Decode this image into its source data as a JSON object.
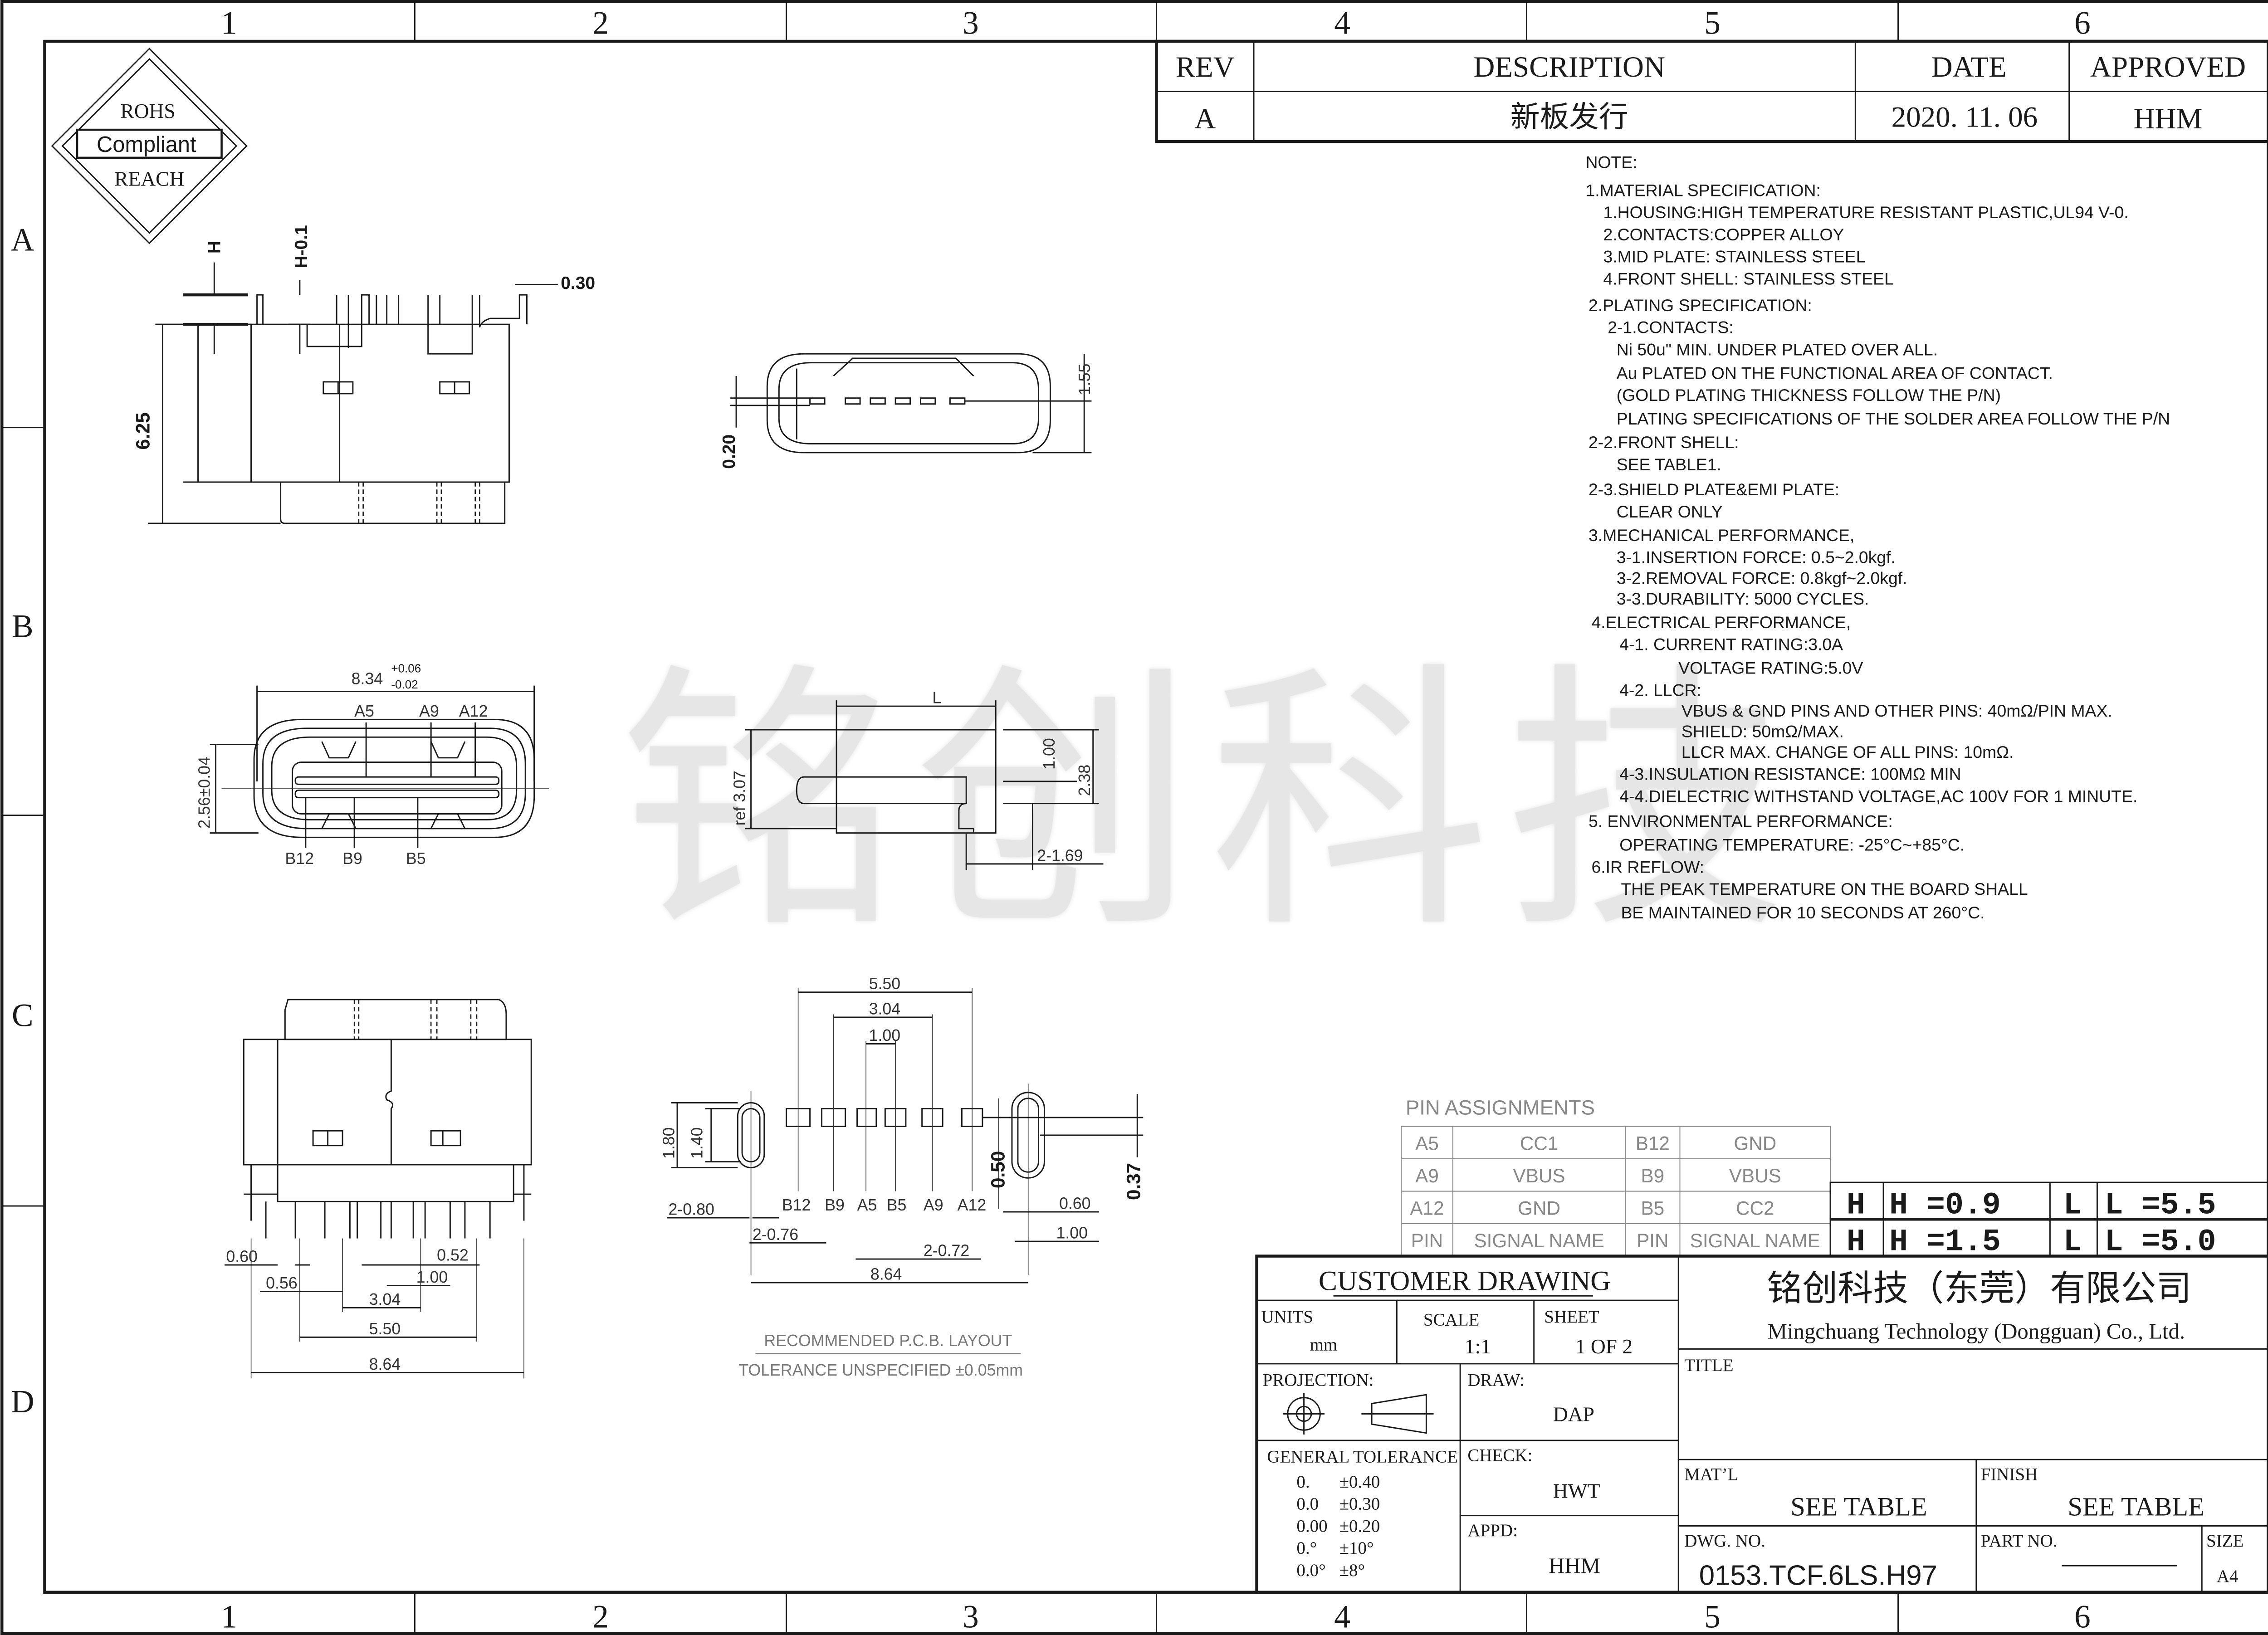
{
  "frame": {
    "columns": [
      "1",
      "2",
      "3",
      "4",
      "5",
      "6"
    ],
    "rows": [
      "A",
      "B",
      "C",
      "D"
    ]
  },
  "revision_table": {
    "headers": [
      "REV",
      "DESCRIPTION",
      "DATE",
      "APPROVED"
    ],
    "rows": [
      {
        "rev": "A",
        "description": "新板发行",
        "date": "2020. 11. 06",
        "approved": "HHM"
      }
    ]
  },
  "rohs_badge": {
    "top": "ROHS",
    "middle": "Compliant",
    "bottom": "REACH"
  },
  "watermark": "铭创科技",
  "notes": {
    "lines": [
      "NOTE:",
      "1.MATERIAL  SPECIFICATION:",
      "1.HOUSING:HIGH  TEMPERATURE  RESISTANT  PLASTIC,UL94  V-0.",
      "2.CONTACTS:COPPER  ALLOY",
      "3.MID  PLATE:  STAINLESS  STEEL",
      "4.FRONT  SHELL:  STAINLESS  STEEL",
      "2.PLATING  SPECIFICATION:",
      "2-1.CONTACTS:",
      "Ni  50u\"  MIN.  UNDER  PLATED  OVER  ALL.",
      "Au  PLATED  ON  THE  FUNCTIONAL  AREA  OF  CONTACT.",
      "(GOLD  PLATING  THICKNESS  FOLLOW  THE  P/N)",
      "PLATING  SPECIFICATIONS  OF  THE  SOLDER  AREA  FOLLOW  THE  P/N",
      "2-2.FRONT  SHELL:",
      "SEE  TABLE1.",
      "2-3.SHIELD  PLATE&EMI  PLATE:",
      "CLEAR  ONLY",
      "3.MECHANICAL  PERFORMANCE,",
      "3-1.INSERTION  FORCE:  0.5~2.0kgf.",
      "3-2.REMOVAL  FORCE:  0.8kgf~2.0kgf.",
      "3-3.DURABILITY:  5000  CYCLES.",
      "4.ELECTRICAL  PERFORMANCE,",
      "4-1.  CURRENT  RATING:3.0A",
      "VOLTAGE  RATING:5.0V",
      "4-2.  LLCR:",
      "VBUS  &  GND  PINS  AND  OTHER  PINS:  40mΩ/PIN  MAX.",
      "SHIELD:  50mΩ/MAX.",
      "LLCR  MAX.  CHANGE  OF  ALL  PINS:  10mΩ.",
      "4-3.INSULATION  RESISTANCE:  100MΩ    MIN",
      "4-4.DIELECTRIC  WITHSTAND  VOLTAGE,AC  100V  FOR  1  MINUTE.",
      "5.  ENVIRONMENTAL  PERFORMANCE:",
      "OPERATING  TEMPERATURE:  -25°C~+85°C.",
      "6.IR  REFLOW:",
      "THE  PEAK  TEMPERATURE  ON  THE  BOARD  SHALL",
      "BE  MAINTAINED  FOR  10  SECONDS  AT  260°C."
    ]
  },
  "pin_assignments": {
    "title": "PIN  ASSIGNMENTS",
    "rows": [
      [
        "A5",
        "CC1",
        "B12",
        "GND"
      ],
      [
        "A9",
        "VBUS",
        "B9",
        "VBUS"
      ],
      [
        "A12",
        "GND",
        "B5",
        "CC2"
      ],
      [
        "PIN",
        "SIGNAL  NAME",
        "PIN",
        "SIGNAL  NAME"
      ]
    ]
  },
  "variant_table": {
    "rows": [
      {
        "h": "H",
        "h_value": "H =0.9",
        "l": "L",
        "l_value": "L =5.5"
      },
      {
        "h": "H",
        "h_value": "H =1.5",
        "l": "L",
        "l_value": "L =5.0"
      }
    ]
  },
  "title_block": {
    "customer_drawing": "CUSTOMER DRAWING",
    "units_label": "UNITS",
    "units": "mm",
    "scale_label": "SCALE",
    "scale": "1:1",
    "sheet_label": "SHEET",
    "sheet": "1 OF 2",
    "projection_label": "PROJECTION:",
    "draw_label": "DRAW:",
    "draw": "DAP",
    "check_label": "CHECK:",
    "check": "HWT",
    "appd_label": "APPD:",
    "appd": "HHM",
    "tolerance_label": "GENERAL  TOLERANCE",
    "tolerances": [
      [
        "0.",
        "±0.40"
      ],
      [
        "0.0",
        "±0.30"
      ],
      [
        "0.00",
        "±0.20"
      ],
      [
        "0.°",
        "±10°"
      ],
      [
        "0.0°",
        "±8°"
      ]
    ],
    "company_cn": "铭创科技（东莞）有限公司",
    "company_en": "Mingchuang Technology (Dongguan) Co., Ltd.",
    "title_label": "TITLE",
    "matl_label": "MAT’L",
    "matl": "SEE  TABLE",
    "finish_label": "FINISH",
    "finish": "SEE  TABLE",
    "dwg_no_label": "DWG. NO.",
    "dwg_no": "0153.TCF.6LS.H97",
    "part_no_label": "PART NO.",
    "size_label": "SIZE",
    "size": "A4"
  },
  "dimensions": {
    "side_view": {
      "h": "H",
      "h_minus": "H-0.1",
      "thickness": "0.30",
      "height": "6.25"
    },
    "front_view": {
      "offset": "0.20",
      "height": "1.55"
    },
    "mating_face": {
      "width": "8.34",
      "tol_plus": "+0.06",
      "tol_minus": "-0.02",
      "height": "2.56±0.04",
      "top_pins": [
        "A5",
        "A9",
        "A12"
      ],
      "bottom_pins": [
        "B12",
        "B9",
        "B5"
      ]
    },
    "profile_view": {
      "length": "L",
      "ref": "ref 3.07",
      "h1": "1.00",
      "h2": "2.38",
      "tab": "2-1.69"
    },
    "top_view": {
      "d1": "0.60",
      "d2": "0.56",
      "d3": "3.04",
      "d4": "5.50",
      "d5": "8.64",
      "d6": "0.52",
      "d7": "1.00"
    },
    "pcb_layout": {
      "w1": "5.50",
      "w2": "3.04",
      "w3": "1.00",
      "h1": "1.80",
      "h2": "1.40",
      "pins": [
        "B12",
        "B9",
        "A5",
        "B5",
        "A9",
        "A12"
      ],
      "slot1": "2-0.80",
      "slot2": "2-0.76",
      "pad": "2-0.72",
      "overall": "8.64",
      "r1": "0.60",
      "r2": "1.00",
      "pad_h": "0.50",
      "offset": "0.37",
      "caption": "RECOMMENDED   P.C.B.  LAYOUT",
      "tolerance": "TOLERANCE  UNSPECIFIED  ±0.05mm"
    }
  }
}
